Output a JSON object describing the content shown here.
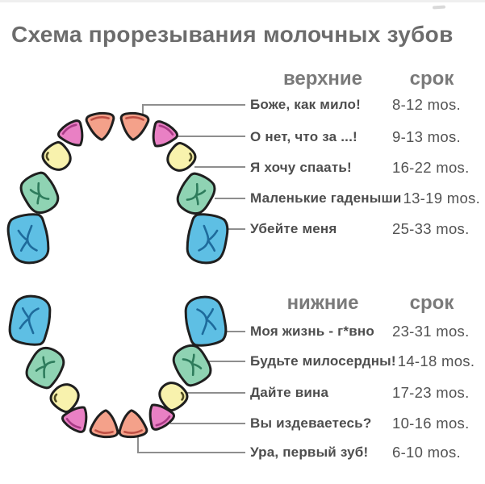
{
  "title": "Схема прорезывания молочных зубов",
  "upper": {
    "section_label": "верхние",
    "term_label": "срок",
    "rows": [
      {
        "label": "Боже, как мило!",
        "term": "8-12 mos."
      },
      {
        "label": "О нет, что за ...!",
        "term": "9-13 mos."
      },
      {
        "label": "Я хочу спаать!",
        "term": "16-22 mos."
      },
      {
        "label": "Маленькие гаденыши",
        "term": "13-19 mos."
      },
      {
        "label": "Убейте меня",
        "term": "25-33 mos."
      }
    ]
  },
  "lower": {
    "section_label": "нижние",
    "term_label": "срок",
    "rows": [
      {
        "label": "Моя жизнь - г*вно",
        "term": "23-31 mos."
      },
      {
        "label": "Будьте милосердны!",
        "term": "14-18 mos."
      },
      {
        "label": "Дайте вина",
        "term": "17-23 mos."
      },
      {
        "label": "Вы издеваетесь?",
        "term": "10-16 mos."
      },
      {
        "label": "Ура, первый зуб!",
        "term": "6-10 mos."
      }
    ]
  },
  "teeth": {
    "upper_arch": [
      "second-molar",
      "first-molar",
      "canine",
      "lateral-incisor",
      "central-incisor",
      "central-incisor",
      "lateral-incisor",
      "canine",
      "first-molar",
      "second-molar"
    ],
    "lower_arch": [
      "second-molar",
      "first-molar",
      "canine",
      "lateral-incisor",
      "central-incisor",
      "central-incisor",
      "lateral-incisor",
      "canine",
      "first-molar",
      "second-molar"
    ],
    "palette": {
      "outline": "#1f1f1f",
      "connector": "#8e8e8e",
      "central_incisor": {
        "fill": "#F4A18A",
        "line": "#BE4F44"
      },
      "lateral_incisor": {
        "fill": "#E980C4",
        "line": "#A93B86"
      },
      "canine": {
        "fill": "#F8F2AD",
        "line": "#4F4A20"
      },
      "first_molar": {
        "fill": "#8FD3B3",
        "line": "#2E7C5C"
      },
      "second_molar": {
        "fill": "#5EBFE4",
        "line": "#1E6B9C"
      }
    }
  }
}
